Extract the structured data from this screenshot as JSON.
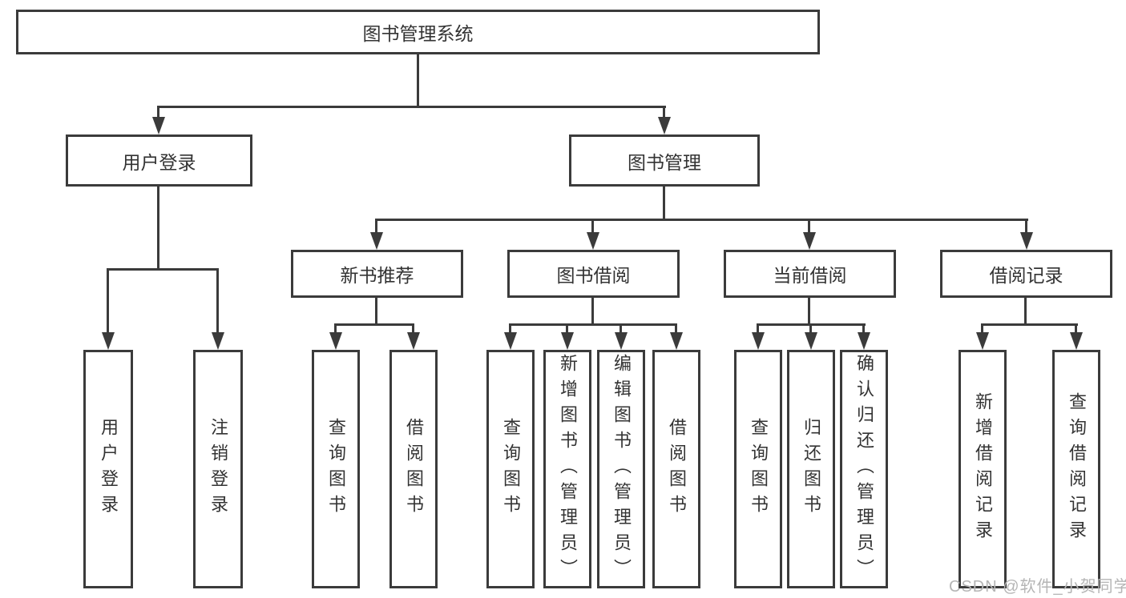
{
  "watermark": "CSDN @软件_小贺同学",
  "colors": {
    "line": "#3b3b3b",
    "text": "#333333",
    "watermark": "#b5b5b5",
    "background": "#ffffff"
  },
  "tree": {
    "root": {
      "label": "图书管理系统",
      "children": [
        {
          "label": "用户登录",
          "children": [
            {
              "label": "用户登录"
            },
            {
              "label": "注销登录"
            }
          ]
        },
        {
          "label": "图书管理",
          "children": [
            {
              "label": "新书推荐",
              "children": [
                {
                  "label": "查询图书"
                },
                {
                  "label": "借阅图书"
                }
              ]
            },
            {
              "label": "图书借阅",
              "children": [
                {
                  "label": "查询图书"
                },
                {
                  "label": "新增图书（管理员）"
                },
                {
                  "label": "编辑图书（管理员）"
                },
                {
                  "label": "借阅图书"
                }
              ]
            },
            {
              "label": "当前借阅",
              "children": [
                {
                  "label": "查询图书"
                },
                {
                  "label": "归还图书"
                },
                {
                  "label": "确认归还（管理员）"
                }
              ]
            },
            {
              "label": "借阅记录",
              "children": [
                {
                  "label": "新增借阅记录"
                },
                {
                  "label": "查询借阅记录"
                }
              ]
            }
          ]
        }
      ]
    }
  }
}
